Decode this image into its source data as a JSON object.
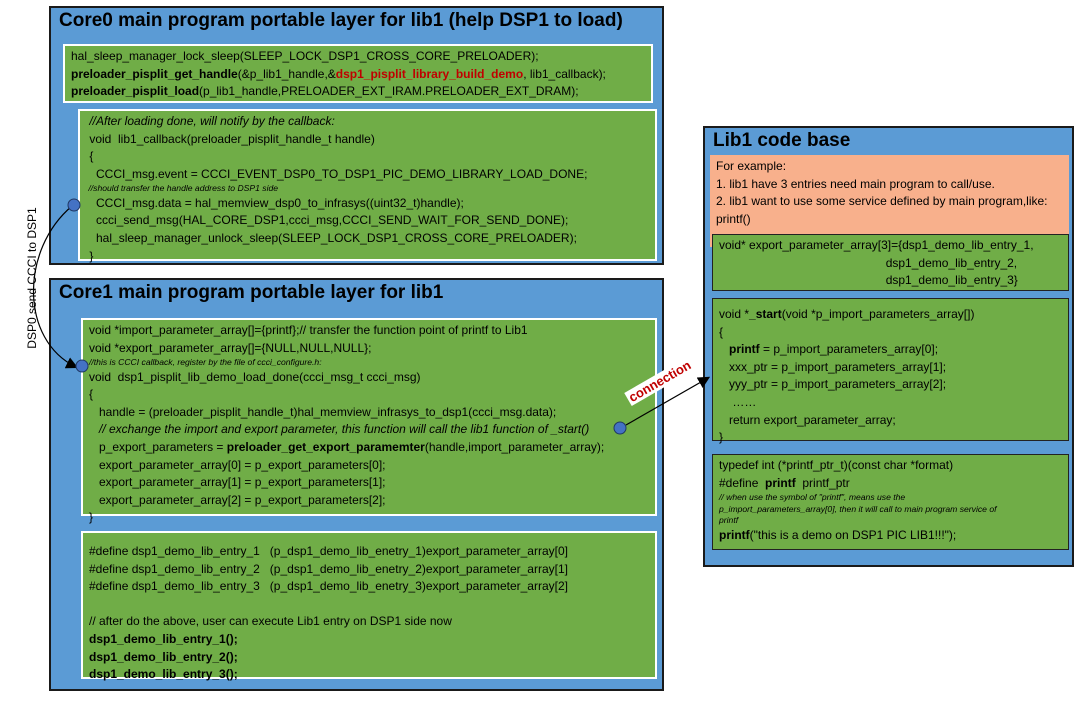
{
  "core0": {
    "title": "Core0 main program portable layer for lib1 (help DSP1 to load)",
    "box1": [
      {
        "parts": [
          {
            "t": "hal_sleep_manager_lock_sleep(SLEEP_LOCK_DSP1_CROSS_CORE_PRELOADER);"
          }
        ]
      },
      {
        "parts": [
          {
            "t": "preloader_pisplit_get_handle",
            "s": "b"
          },
          {
            "t": "(&p_lib1_handle,&"
          },
          {
            "t": "dsp1_pisplit_library_build_demo",
            "s": "red"
          },
          {
            "t": ", lib1_callback);"
          }
        ]
      },
      {
        "parts": [
          {
            "t": "preloader_pisplit_load",
            "s": "b"
          },
          {
            "t": "(p_lib1_handle,PRELOADER_EXT_IRAM.PRELOADER_EXT_DRAM);"
          }
        ]
      }
    ],
    "box2": [
      {
        "parts": [
          {
            "t": " //After loading done, will notify by the callback:",
            "s": "it"
          }
        ]
      },
      {
        "parts": [
          {
            "t": " void  lib1_callback(preloader_pisplit_handle_t handle)"
          }
        ]
      },
      {
        "parts": [
          {
            "t": " {"
          }
        ]
      },
      {
        "parts": [
          {
            "t": "   CCCI_msg.event = CCCI_EVENT_DSP0_TO_DSP1_PIC_DEMO_LIBRARY_LOAD_DONE;"
          }
        ]
      },
      {
        "small": true,
        "parts": [
          {
            "t": " //should transfer the handle address to DSP1 side"
          }
        ]
      },
      {
        "parts": [
          {
            "t": "   CCCI_msg.data = hal_memview_dsp0_to_infrasys((uint32_t)handle);"
          }
        ]
      },
      {
        "parts": [
          {
            "t": "   ccci_send_msg(HAL_CORE_DSP1,ccci_msg,CCCI_SEND_WAIT_FOR_SEND_DONE);"
          }
        ]
      },
      {
        "parts": [
          {
            "t": "   hal_sleep_manager_unlock_sleep(SLEEP_LOCK_DSP1_CROSS_CORE_PRELOADER);"
          }
        ]
      },
      {
        "parts": [
          {
            "t": " }"
          }
        ]
      }
    ]
  },
  "core1": {
    "title": "Core1 main program portable layer for lib1",
    "box1": [
      {
        "parts": [
          {
            "t": "void *import_parameter_array[]={printf};// transfer the function point of printf to Lib1"
          }
        ]
      },
      {
        "parts": [
          {
            "t": "void *export_parameter_array[]={NULL,NULL,NULL};"
          }
        ]
      },
      {
        "small": true,
        "parts": [
          {
            "t": "//this is CCCI callback, register by the file of ccci_configure.h:"
          }
        ]
      },
      {
        "parts": [
          {
            "t": "void  dsp1_pisplit_lib_demo_load_done(ccci_msg_t ccci_msg)"
          }
        ]
      },
      {
        "parts": [
          {
            "t": "{"
          }
        ]
      },
      {
        "parts": [
          {
            "t": "   handle = (preloader_pisplit_handle_t)hal_memview_infrasys_to_dsp1(ccci_msg.data);"
          }
        ]
      },
      {
        "parts": [
          {
            "t": "   // exchange the import and export parameter, this function will call the lib1 function of _start()",
            "s": "it"
          }
        ]
      },
      {
        "parts": [
          {
            "t": "   p_export_parameters = "
          },
          {
            "t": "preloader_get_export_paramemter",
            "s": "b"
          },
          {
            "t": "(handle,import_parameter_array);"
          }
        ]
      },
      {
        "parts": [
          {
            "t": "   export_parameter_array[0] = p_export_parameters[0];"
          }
        ]
      },
      {
        "parts": [
          {
            "t": "   export_parameter_array[1] = p_export_parameters[1];"
          }
        ]
      },
      {
        "parts": [
          {
            "t": "   export_parameter_array[2] = p_export_parameters[2];"
          }
        ]
      },
      {
        "parts": [
          {
            "t": "}"
          }
        ]
      }
    ],
    "box2": [
      {
        "parts": [
          {
            "t": "#define dsp1_demo_lib_entry_1   (p_dsp1_demo_lib_enetry_1)export_parameter_array[0]"
          }
        ]
      },
      {
        "parts": [
          {
            "t": "#define dsp1_demo_lib_entry_2   (p_dsp1_demo_lib_enetry_2)export_parameter_array[1]"
          }
        ]
      },
      {
        "parts": [
          {
            "t": "#define dsp1_demo_lib_entry_3   (p_dsp1_demo_lib_enetry_3)export_parameter_array[2]"
          }
        ]
      },
      {
        "parts": [
          {
            "t": " "
          }
        ]
      },
      {
        "parts": [
          {
            "t": "// after do the above, user can execute Lib1 entry on DSP1 side now"
          }
        ]
      },
      {
        "parts": [
          {
            "t": "dsp1_demo_lib_entry_1();",
            "s": "b"
          }
        ]
      },
      {
        "parts": [
          {
            "t": "dsp1_demo_lib_entry_2();",
            "s": "b"
          }
        ]
      },
      {
        "parts": [
          {
            "t": "dsp1_demo_lib_entry_3();",
            "s": "b"
          }
        ]
      }
    ]
  },
  "lib1": {
    "title": "Lib1 code base",
    "example": [
      "For example:",
      "1. lib1 have 3 entries need main program to call/use.",
      "2. lib1 want to use some service defined by main program,like:",
      "printf()"
    ],
    "box1": [
      {
        "parts": [
          {
            "t": "void* export_parameter_array[3]={dsp1_demo_lib_entry_1,"
          }
        ]
      },
      {
        "parts": [
          {
            "t": "                                                  dsp1_demo_lib_entry_2,"
          }
        ]
      },
      {
        "parts": [
          {
            "t": "                                                  dsp1_demo_lib_entry_3}"
          }
        ]
      }
    ],
    "box2": [
      {
        "parts": [
          {
            "t": "void *"
          },
          {
            "t": "_start",
            "s": "b"
          },
          {
            "t": "(void *p_import_parameters_array[])"
          }
        ]
      },
      {
        "parts": [
          {
            "t": "{"
          }
        ]
      },
      {
        "parts": [
          {
            "t": "   "
          },
          {
            "t": "printf",
            "s": "b"
          },
          {
            "t": " = p_import_parameters_array[0];"
          }
        ]
      },
      {
        "parts": [
          {
            "t": "   xxx_ptr = p_import_parameters_array[1];"
          }
        ]
      },
      {
        "parts": [
          {
            "t": "   yyy_ptr = p_import_parameters_array[2];"
          }
        ]
      },
      {
        "parts": [
          {
            "t": "    ……"
          }
        ]
      },
      {
        "parts": [
          {
            "t": "   return export_parameter_array;"
          }
        ]
      },
      {
        "parts": [
          {
            "t": "}"
          }
        ]
      }
    ],
    "box3": [
      {
        "parts": [
          {
            "t": "typedef int (*printf_ptr_t)(const char *format)"
          }
        ]
      },
      {
        "parts": [
          {
            "t": "#define  "
          },
          {
            "t": "printf",
            "s": "b"
          },
          {
            "t": "  printf_ptr"
          }
        ]
      },
      {
        "small": true,
        "parts": [
          {
            "t": "// when use the symbol of \"printf\", means use the"
          }
        ]
      },
      {
        "small": true,
        "parts": [
          {
            "t": "p_import_parameters_array[0], then it will call to main program service of"
          }
        ]
      },
      {
        "small": true,
        "parts": [
          {
            "t": "printf"
          }
        ]
      },
      {
        "parts": [
          {
            "t": "printf",
            "s": "b"
          },
          {
            "t": "(\"this is a demo on DSP1 PIC LIB1!!!\");"
          }
        ]
      }
    ]
  },
  "labels": {
    "dsp0_send": "DSP0 send CCCI to DSP1",
    "connection": "connection"
  },
  "colors": {
    "panel_blue": "#5b9bd5",
    "code_green": "#70ad47",
    "example_orange": "#f8b08c",
    "highlight_red": "#c00000"
  }
}
